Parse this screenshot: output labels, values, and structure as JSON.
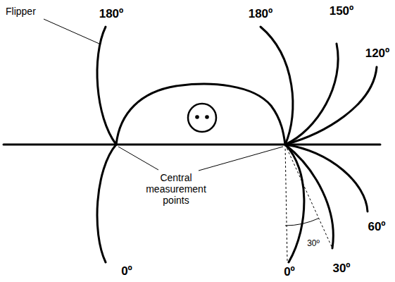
{
  "diagram": {
    "labels": [
      "Flipper",
      "180º",
      "180º",
      "150º",
      "120º",
      "Central measurement points",
      "60º",
      "30º",
      "0º",
      "0º",
      "30º"
    ]
  }
}
